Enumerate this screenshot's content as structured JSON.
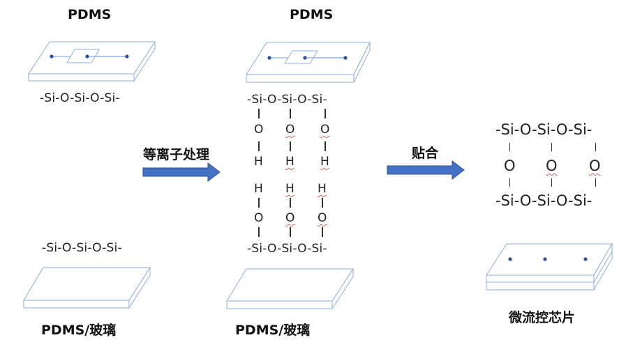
{
  "colors": {
    "slab_stroke": "#8eaee0",
    "dot": "#2f4f9a",
    "arrow_fill": "#4472c4",
    "arrow_stroke": "#2f528f"
  },
  "stage1": {
    "top_title": "PDMS",
    "top_chain": "-Si-O-Si-O-Si-",
    "bottom_chain": "-Si-O-Si-O-Si-",
    "bottom_label": "PDMS/玻璃"
  },
  "arrow1": {
    "label": "等离子处理",
    "icon": "right-arrow"
  },
  "stage2": {
    "top_title": "PDMS",
    "top_chain": "-Si-O-Si-O-Si-",
    "top_groups": [
      {
        "o": "O",
        "h": "H"
      },
      {
        "o": "O",
        "h": "H"
      },
      {
        "o": "O",
        "h": "H"
      }
    ],
    "bottom_groups": [
      {
        "o": "O",
        "h": "H"
      },
      {
        "o": "O",
        "h": "H"
      },
      {
        "o": "O",
        "h": "H"
      }
    ],
    "bottom_chain": "-Si-O-Si-O-Si-",
    "bottom_label": "PDMS/玻璃"
  },
  "arrow2": {
    "label": "贴合",
    "icon": "right-arrow"
  },
  "stage3": {
    "top_chain": "-Si-O-Si-O-Si-",
    "bridges": [
      "O",
      "O",
      "O"
    ],
    "bottom_chain": "-Si-O-Si-O-Si-",
    "bottom_label": "微流控芯片"
  }
}
